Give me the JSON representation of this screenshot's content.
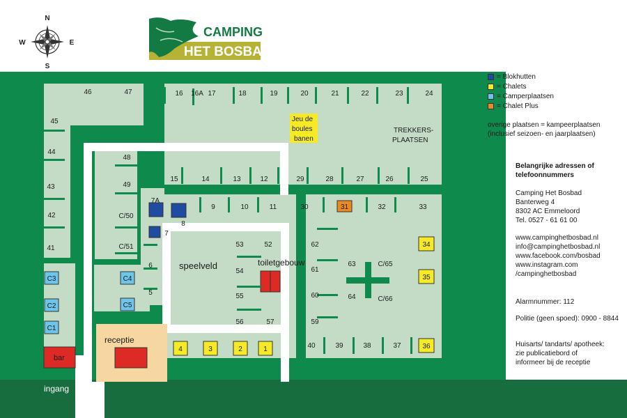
{
  "compass": {
    "n": "N",
    "e": "E",
    "s": "S",
    "w": "W"
  },
  "logo": {
    "line1": "CAMPING",
    "line2": "HET BOSBAD"
  },
  "colors": {
    "forest": "#0e8a4c",
    "lawn": "#c4dcc6",
    "path": "#ffffff",
    "blokhutten": "#1f4ba0",
    "chalets": "#f5ea25",
    "camperplaatsen": "#6ec5ea",
    "chalet_plus": "#e98a23",
    "building": "#de2a24",
    "reception": "#f6d7a2",
    "road": "#176d3e"
  },
  "legend": [
    {
      "key": "blokhutten",
      "label": "= Blokhutten"
    },
    {
      "key": "chalets",
      "label": "= Chalets"
    },
    {
      "key": "camperplaatsen",
      "label": "= Camperplaatsen"
    },
    {
      "key": "chalet_plus",
      "label": "= Chalet Plus"
    }
  ],
  "legend_note": [
    "overige plaatsen = kampeerplaatsen",
    "(inclusief seizoen- en jaarplaatsen)"
  ],
  "contact": {
    "heading": [
      "Belangrijke adressen of",
      "telefoonnummers"
    ],
    "address": [
      "Camping Het Bosbad",
      "Banterweg 4",
      "8302 AC Emmeloord",
      "Tel. 0527 - 61 61 00"
    ],
    "web": [
      "www.campinghetbosbad.nl",
      "info@campinghetbosbad.nl",
      "www.facebook.com/bosbad",
      "www.instagram.com",
      "/campinghetbosbad"
    ],
    "alarm": "Alarmnummer: 112",
    "police": "Politie (geen spoed): 0900 - 8844",
    "medical": [
      "Huisarts/ tandarts/ apotheek:",
      "zie publicatiebord of",
      "informeer bij de receptie"
    ]
  },
  "areas": {
    "speelveld": "speelveld",
    "toiletgebouw": "toiletgebouw",
    "receptie": "receptie",
    "bar": "bar",
    "ingang": "ingang",
    "trekkers": [
      "TREKKERS-",
      "PLAATSEN"
    ],
    "jeu": [
      "Jeu de",
      "boules",
      "banen"
    ]
  },
  "pitches": {
    "top_row": [
      "16",
      "16A",
      "17",
      "18",
      "19",
      "20",
      "21",
      "22",
      "23",
      "24"
    ],
    "row_mid_top": [
      "15",
      "14",
      "13",
      "12",
      "29",
      "28",
      "27",
      "26",
      "25"
    ],
    "row_mid": [
      "9",
      "10",
      "11",
      "30",
      "31",
      "32",
      "33"
    ],
    "left_col": [
      "46",
      "47",
      "45",
      "44",
      "43",
      "42",
      "41"
    ],
    "inner_left": [
      "48",
      "49",
      "C/50",
      "C/51",
      "7A",
      "8",
      "7",
      "6",
      "5"
    ],
    "center": [
      "53",
      "52",
      "54",
      "55",
      "56",
      "57"
    ],
    "right_block": [
      "62",
      "61",
      "60",
      "59",
      "63",
      "C/65",
      "64",
      "C/66"
    ],
    "bottom": [
      "40",
      "39",
      "38",
      "37"
    ],
    "chalets_bottom": [
      "4",
      "3",
      "2",
      "1"
    ],
    "chalets_right": [
      "34",
      "35",
      "36"
    ],
    "campers": [
      "C3",
      "C4",
      "C2",
      "C5",
      "C1"
    ]
  }
}
